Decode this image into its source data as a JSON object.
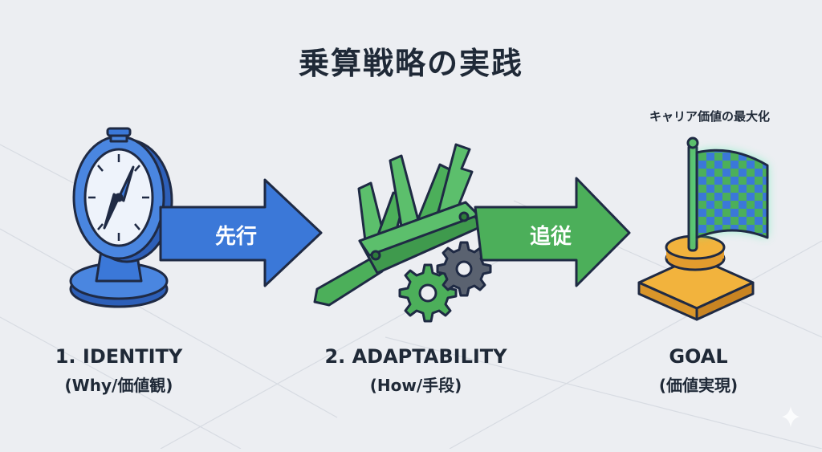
{
  "title": "乗算戦略の実践",
  "arrows": [
    {
      "label": "先行",
      "color": "#3b78d8"
    },
    {
      "label": "追従",
      "color": "#4caf5a"
    }
  ],
  "stages": [
    {
      "number_title": "1. IDENTITY",
      "subtitle": "(Why/価値観)",
      "icon": "compass-icon"
    },
    {
      "number_title": "2. ADAPTABILITY",
      "subtitle": "(How/手段)",
      "icon": "multitool-icon"
    },
    {
      "number_title": "GOAL",
      "subtitle": "(価値実現)",
      "icon": "checkered-flag-icon"
    }
  ],
  "goal_caption": "キャリア価値の最大化",
  "colors": {
    "background": "#eceef2",
    "identity_blue": "#3b78d8",
    "adapt_green": "#4caf5a",
    "goal_gold": "#f2b33d",
    "outline": "#1f2a44"
  }
}
